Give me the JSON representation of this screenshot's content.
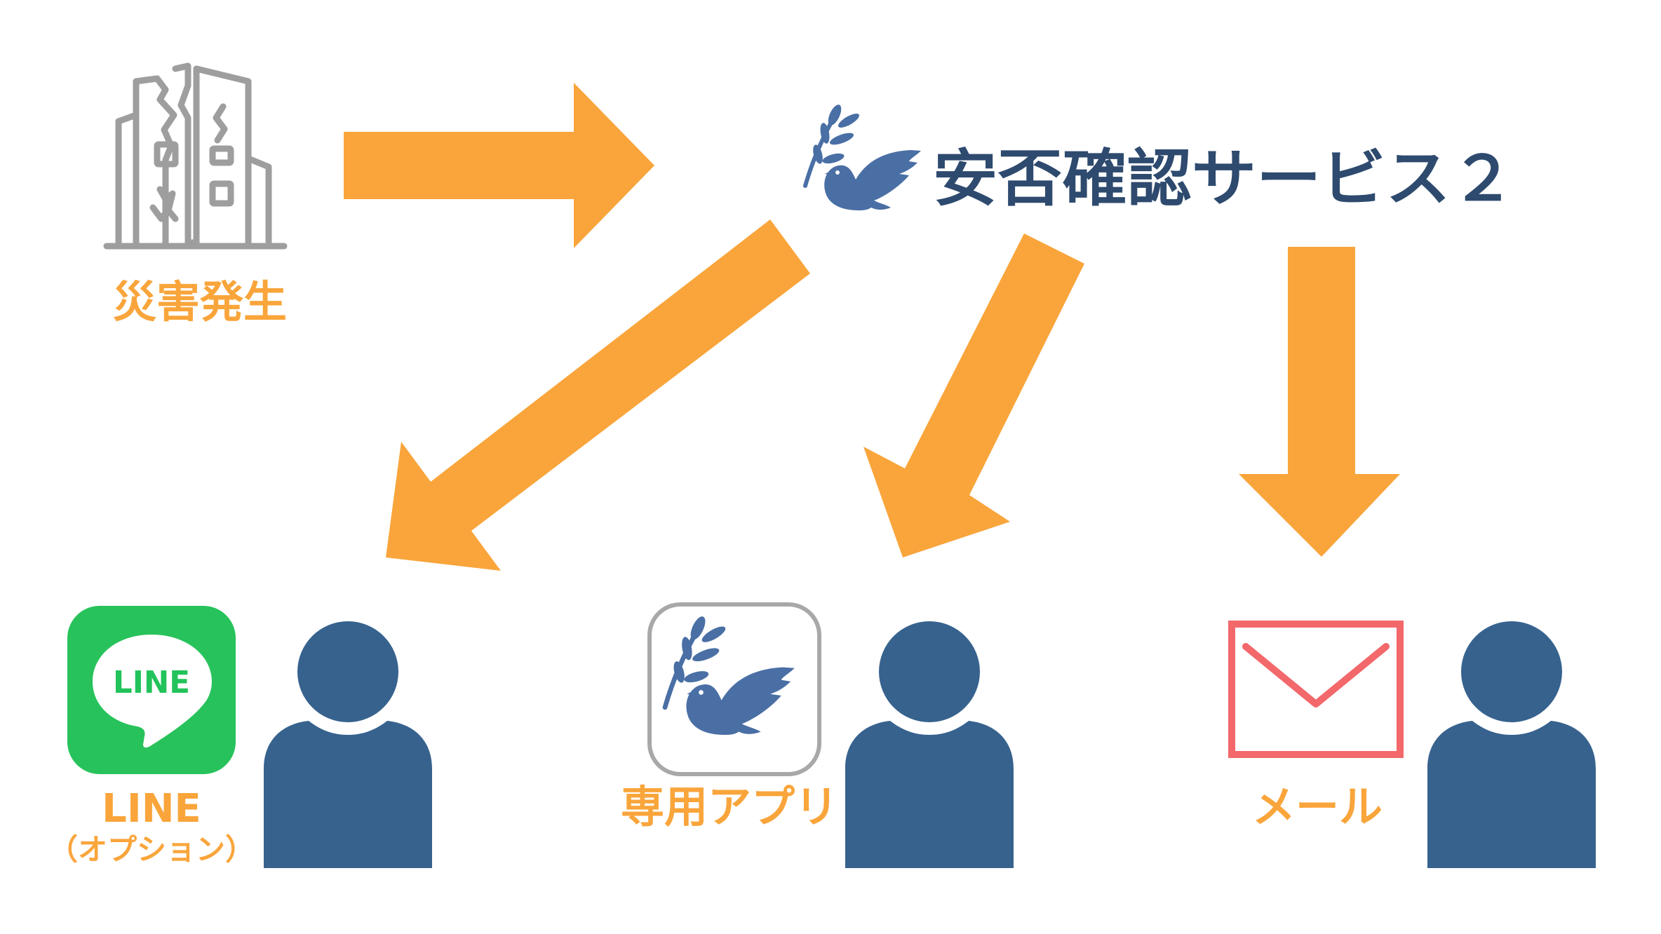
{
  "labels": {
    "disaster": "災害発生",
    "service": "安否確認サービス２",
    "line": "LINE",
    "line_option": "（オプション）",
    "line_logo": "LINE",
    "app": "専用アプリ",
    "mail": "メール"
  },
  "colors": {
    "arrow": "#F9A53B",
    "label": "#F9A53B",
    "person": "#37628E",
    "brand": "#2E4A6E",
    "dove": "#4A6FA5",
    "line_green": "#27C25B",
    "mail_red": "#F2686B",
    "building": "#9E9E9E"
  },
  "icons": {
    "building": "damaged-building-icon",
    "dove": "dove-with-olive-branch-icon",
    "line": "line-app-icon",
    "app": "dedicated-app-icon",
    "mail": "envelope-icon",
    "person": "person-icon"
  }
}
